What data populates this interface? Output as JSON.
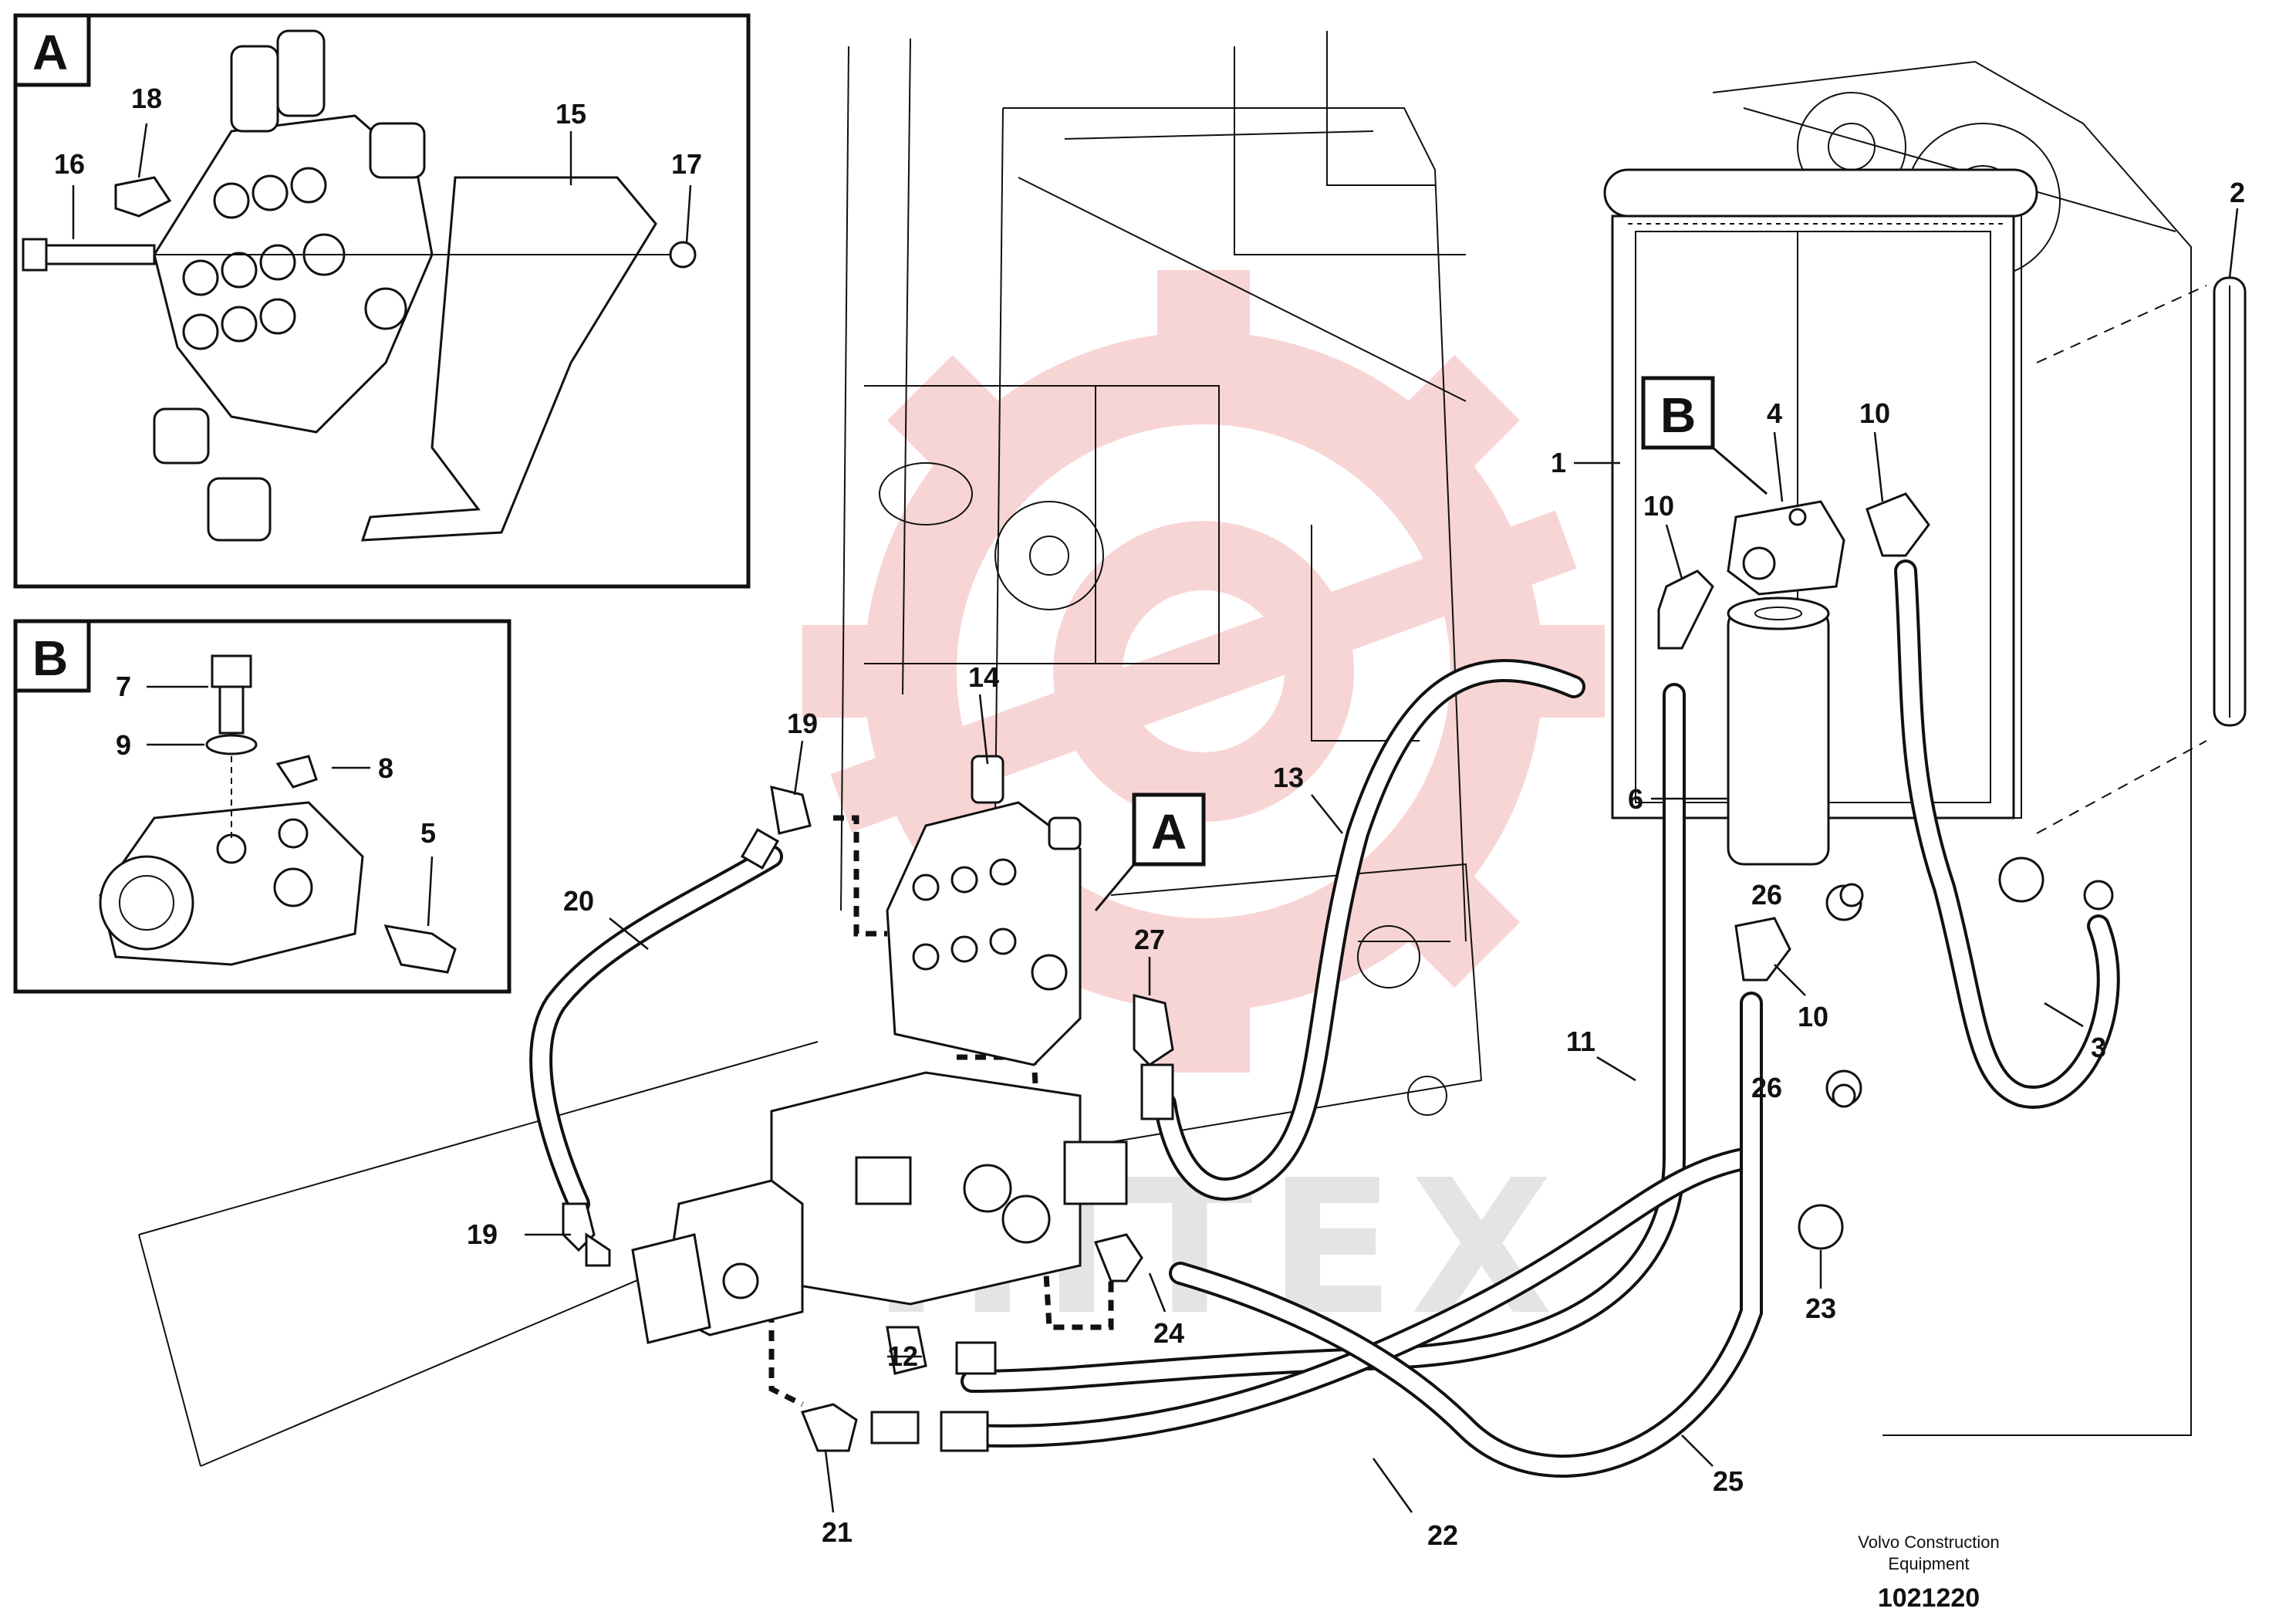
{
  "detail_a": {
    "letter": "A"
  },
  "detail_b": {
    "letter": "B"
  },
  "callouts": {
    "c1": "1",
    "c2": "2",
    "c3": "3",
    "c4": "4",
    "c5": "5",
    "c6": "6",
    "c7": "7",
    "c8": "8",
    "c9": "9",
    "c10a": "10",
    "c10b": "10",
    "c10c": "10",
    "c11": "11",
    "c12": "12",
    "c13": "13",
    "c14": "14",
    "c15": "15",
    "c16": "16",
    "c17": "17",
    "c18": "18",
    "c19a": "19",
    "c19b": "19",
    "c20": "20",
    "c21": "21",
    "c22": "22",
    "c23": "23",
    "c24": "24",
    "c25": "25",
    "c26a": "26",
    "c26b": "26",
    "c27": "27"
  },
  "main_markers": {
    "a": "A",
    "b": "B"
  },
  "footer": {
    "company_line1": "Volvo Construction",
    "company_line2": "Equipment",
    "drawing_number": "1021220"
  },
  "watermark": {
    "text": "HITEX",
    "color": "#e34444"
  }
}
